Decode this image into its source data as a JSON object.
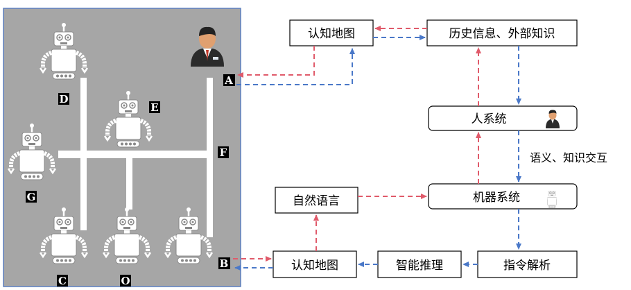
{
  "colors": {
    "panel_fill": "#a6a6a6",
    "panel_border": "#5b7fbf",
    "road": "#ffffff",
    "red_arrow": "#e05a6a",
    "blue_arrow": "#4a78c8",
    "label_bg": "#000000"
  },
  "map_panel": {
    "robot_labels": {
      "d": "D",
      "e": "E",
      "g": "G",
      "c": "C",
      "o": "O"
    },
    "markers": {
      "a": "A",
      "b": "B",
      "f": "F"
    },
    "icons": [
      "robot-icon",
      "human-avatar-icon"
    ]
  },
  "flow": {
    "cognitive_map_top": "认知地图",
    "history_info": "历史信息、外部知识",
    "human_system": "人系统",
    "semantic_knowledge_exchange": "语义、知识交互",
    "machine_system": "机器系统",
    "natural_language": "自然语言",
    "instruction_parsing": "指令解析",
    "intelligent_reasoning": "智能推理",
    "cognitive_map_bottom": "认知地图"
  }
}
